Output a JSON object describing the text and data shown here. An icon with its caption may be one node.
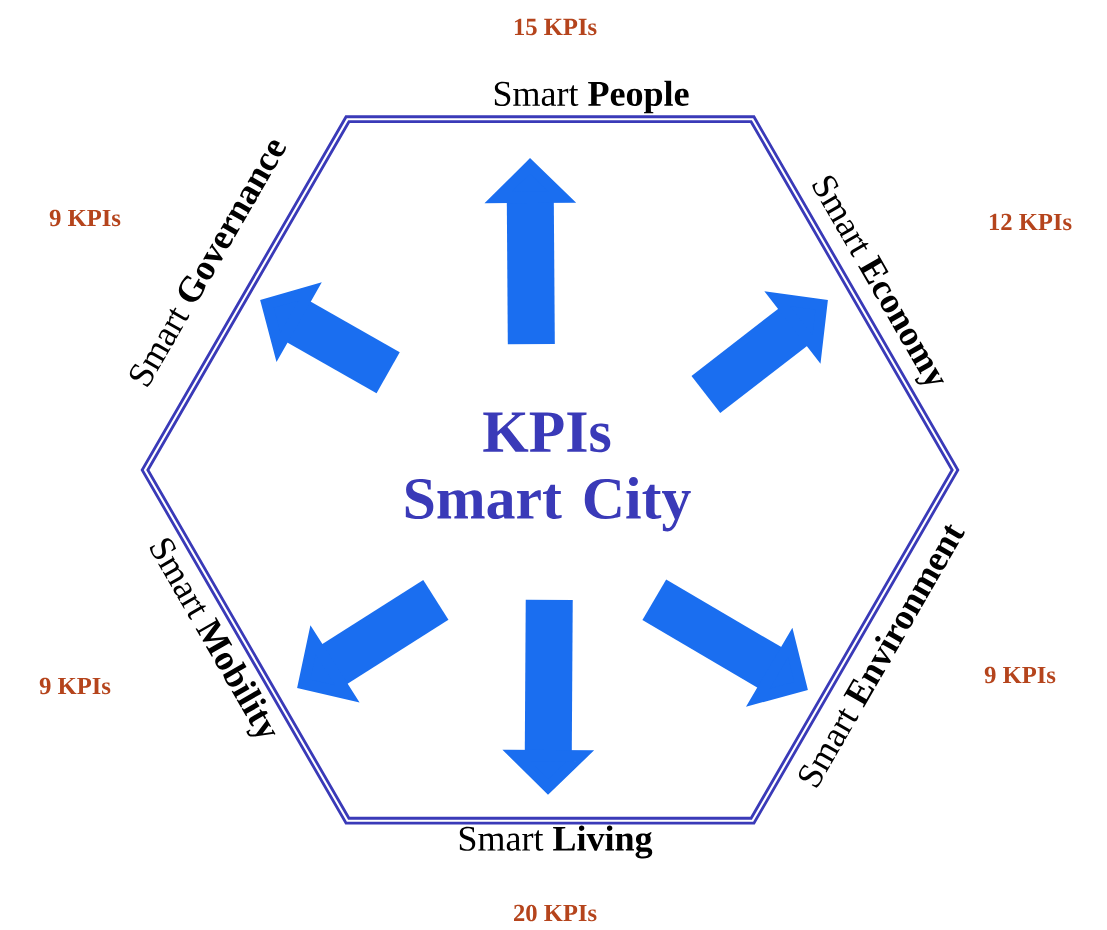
{
  "diagram": {
    "nodes": [
      {
        "text": [],
        "shape": "hexagon"
      },
      {
        "text": [
          "KPIs Smart City"
        ],
        "in": 0
      },
      {
        "text": [
          "Smart **People**"
        ],
        "beside": [
          "15 KPIs"
        ]
      },
      {
        "text": [
          "Smart **Economy**"
        ],
        "beside": [
          "12 KPIs"
        ]
      },
      {
        "text": [
          "Smart **Environment**"
        ],
        "beside": [
          "9 KPIs"
        ]
      },
      {
        "text": [
          "Smart **Living**"
        ],
        "beside": [
          "20 KPIs"
        ]
      },
      {
        "text": [
          "Smart **Mobility**"
        ],
        "beside": [
          "9 KPIs"
        ]
      },
      {
        "text": [
          "Smart **Governance**"
        ],
        "beside": [
          "9 KPIs"
        ]
      }
    ],
    "edges": [
      {
        "from": 1,
        "to": 2,
        "arrow": "to"
      },
      {
        "from": 1,
        "to": 3,
        "arrow": "to"
      },
      {
        "from": 1,
        "to": 4,
        "arrow": "to"
      },
      {
        "from": 1,
        "to": 5,
        "arrow": "to"
      },
      {
        "from": 1,
        "to": 6,
        "arrow": "to"
      },
      {
        "from": 1,
        "to": 7,
        "arrow": "to"
      }
    ]
  }
}
